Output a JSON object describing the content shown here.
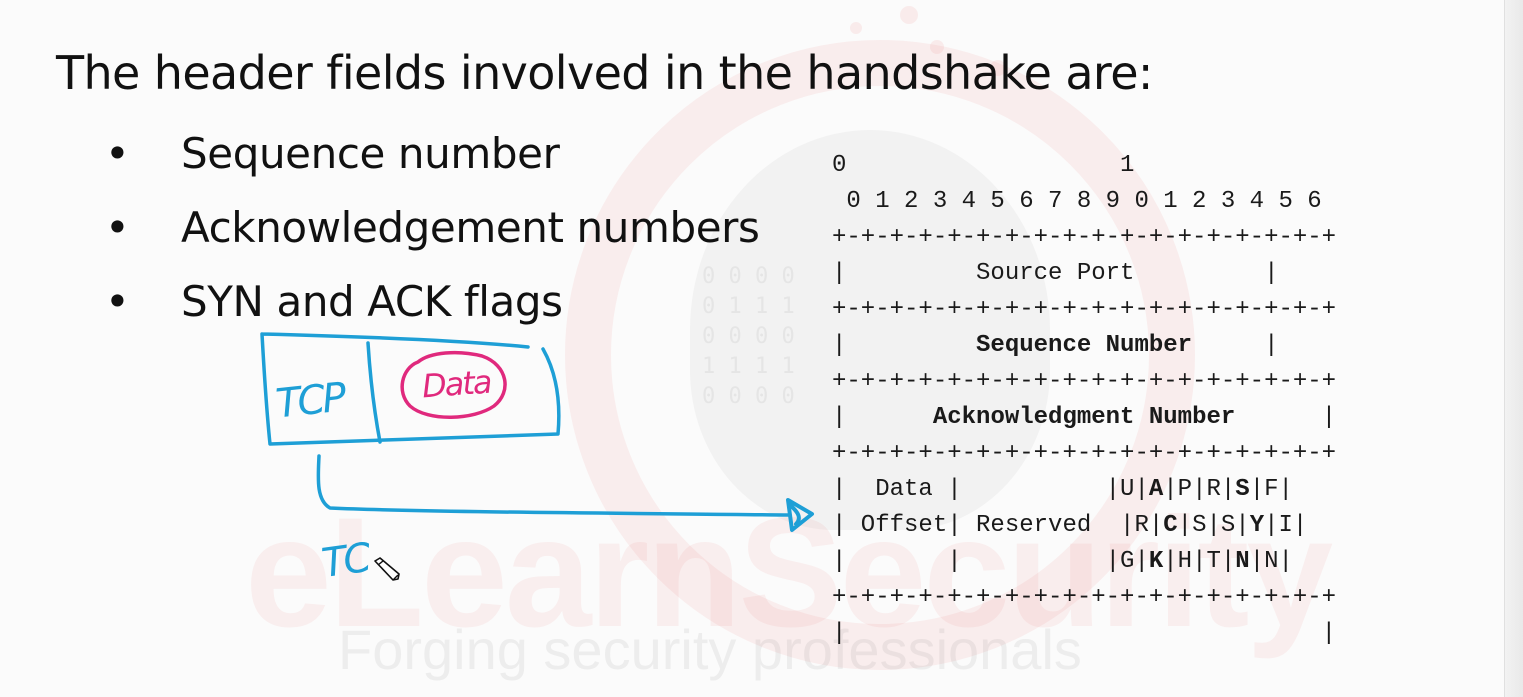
{
  "slide": {
    "title": "The header fields involved in the handshake are:",
    "bullet_symbol": "•",
    "bullets": [
      "Sequence number",
      "Acknowledgement numbers",
      "SYN and ACK flags"
    ]
  },
  "diagram": {
    "bit_tens": "0                   1",
    "bit_units": " 0 1 2 3 4 5 6 7 8 9 0 1 2 3 4 5 6",
    "separator": "+-+-+-+-+-+-+-+-+-+-+-+-+-+-+-+-+-+",
    "row_source_port": {
      "left": "|         ",
      "field": "Source Port",
      "right": "         |"
    },
    "row_sequence": {
      "left": "|         ",
      "field": "Sequence Number",
      "right": "     |"
    },
    "row_ack": {
      "left": "|      ",
      "field": "Acknowledgment Number",
      "right": "      |"
    },
    "flags_row1": {
      "left": "|  Data |          |U|",
      "b1": "A",
      "mid": "|P|R|",
      "b2": "S",
      "right": "|F|"
    },
    "flags_row2": {
      "left": "| Offset| Reserved  |R|",
      "b1": "C",
      "mid": "|S|S|",
      "b2": "Y",
      "right": "|I|"
    },
    "flags_row3": {
      "left": "|       |          |G|",
      "b1": "K",
      "mid": "|H|T|",
      "b2": "N",
      "right": "|N|"
    },
    "empty_row": "|                                 |"
  },
  "annotation": {
    "header_label": "TCP",
    "payload_label": "Data",
    "note_label": "TC",
    "ink_blue": "#1e9fd6",
    "ink_pink": "#e0297d"
  },
  "watermark": {
    "brand": "eLearnSecurity",
    "tagline": "Forging security professionals",
    "binary": "0 0 0 0\n0 1 1 1\n0 0 0 0\n1 1 1 1\n0 0 0 0"
  },
  "icons": {
    "cursor": "pencil-icon"
  }
}
